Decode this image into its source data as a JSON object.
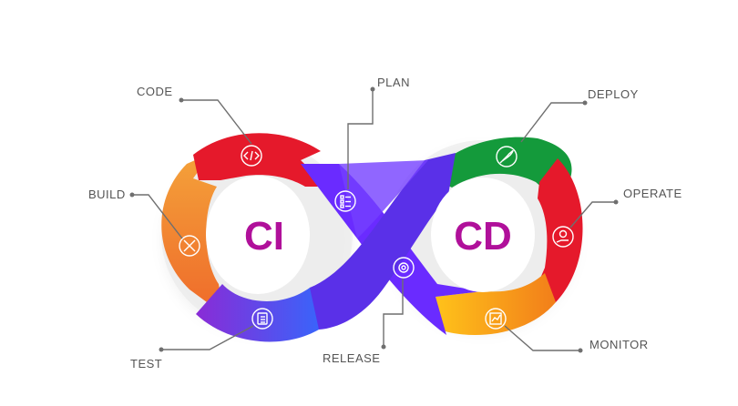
{
  "diagram": {
    "center_left": "CI",
    "center_right": "CD",
    "labels": {
      "code": "CODE",
      "plan": "PLAN",
      "deploy": "DEPLOY",
      "build": "BUILD",
      "operate": "OPERATE",
      "test": "TEST",
      "release": "RELEASE",
      "monitor": "MONITOR"
    },
    "icons": {
      "code": "code-icon",
      "plan": "list-icon",
      "deploy": "rocket-icon",
      "build": "tools-icon",
      "operate": "gear-hand-icon",
      "test": "clipboard-icon",
      "release": "settings-icon",
      "monitor": "chart-icon"
    },
    "colors": {
      "red": "#e5192b",
      "orange": "#f07f2b",
      "purple": "#6a2bff",
      "blue": "#3f5cff",
      "green": "#149a3b",
      "yellow": "#f7b000",
      "magenta": "#b0109a",
      "text": "#555555"
    }
  }
}
